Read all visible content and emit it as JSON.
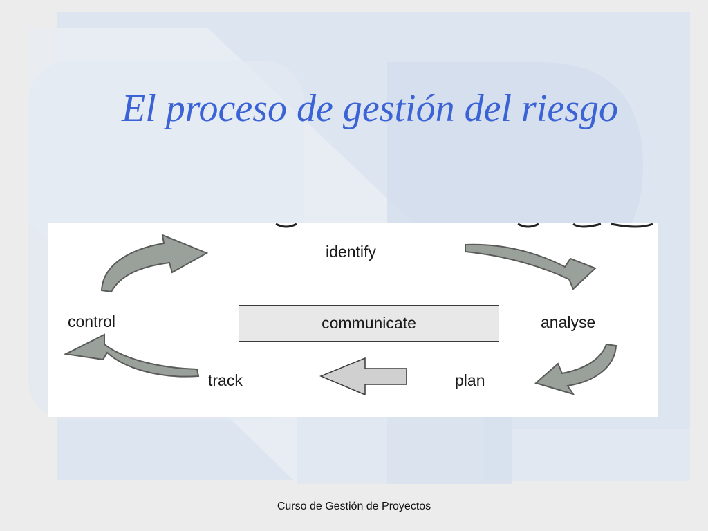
{
  "slide": {
    "title": "El proceso de gestión del riesgo",
    "footer": "Curso de Gestión de Proyectos"
  },
  "diagram": {
    "nodes": {
      "identify": "identify",
      "analyse": "analyse",
      "plan": "plan",
      "track": "track",
      "control": "control"
    },
    "center": "communicate"
  },
  "colors": {
    "title": "#3c63d6",
    "background": "#ececec",
    "watermark": "#d6e0ef",
    "arrow_fill": "#9aa19a"
  }
}
